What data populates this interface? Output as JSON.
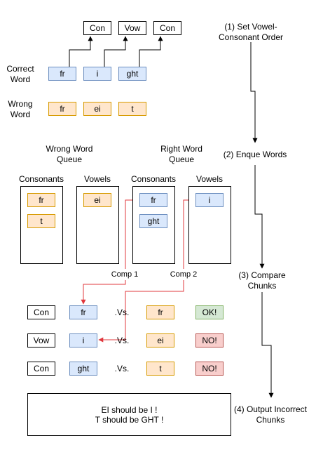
{
  "top_row": [
    "Con",
    "Vow",
    "Con"
  ],
  "labels": {
    "correct_word": "Correct\nWord",
    "wrong_word": "Wrong\nWord",
    "wrong_word_queue": "Wrong Word\nQueue",
    "right_word_queue": "Right Word\nQueue",
    "consonants": "Consonants",
    "vowels": "Vowels",
    "comp1": "Comp 1",
    "comp2": "Comp 2",
    "vs": ".Vs."
  },
  "correct_word": [
    "fr",
    "i",
    "ght"
  ],
  "wrong_word": [
    "fr",
    "ei",
    "t"
  ],
  "wrong_queue": {
    "consonants": [
      "fr",
      "t"
    ],
    "vowels": [
      "ei"
    ]
  },
  "right_queue": {
    "consonants": [
      "fr",
      "ght"
    ],
    "vowels": [
      "i"
    ]
  },
  "comparisons": [
    {
      "type": "Con",
      "right": "fr",
      "wrong": "fr",
      "result": "OK!",
      "status": "ok"
    },
    {
      "type": "Vow",
      "right": "i",
      "wrong": "ei",
      "result": "NO!",
      "status": "no"
    },
    {
      "type": "Con",
      "right": "ght",
      "wrong": "t",
      "result": "NO!",
      "status": "no"
    }
  ],
  "output": [
    "EI should be I !",
    "T should be GHT !"
  ],
  "steps": [
    "(1) Set Vowel-\nConsonant Order",
    "(2) Enque Words",
    "(3) Compare\nChunks",
    "(4) Output Incorrect\nChunks"
  ],
  "colors": {
    "blue_fill": "#dae8fc",
    "orange_fill": "#ffe6cc",
    "green_fill": "#d5e8d4",
    "red_fill": "#f8cecc",
    "comparison_arrow": "#e0383e"
  }
}
